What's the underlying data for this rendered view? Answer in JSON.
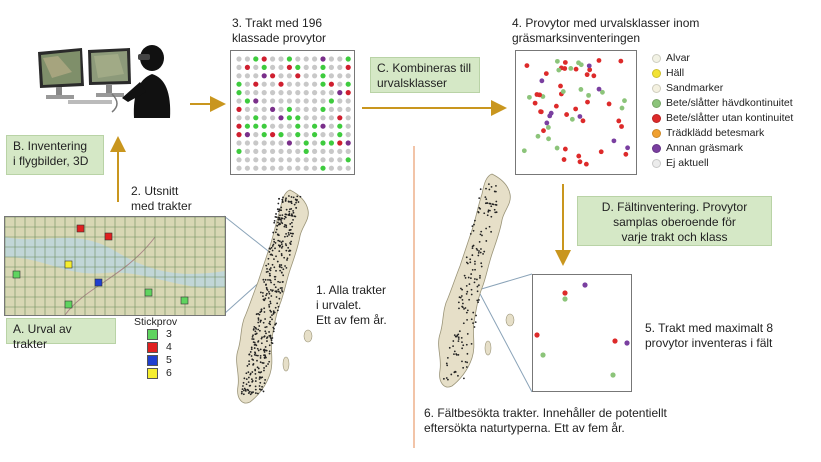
{
  "colors": {
    "alvar": "#f2f2e4",
    "hall": "#f2e234",
    "sandmarker": "#f4f1e0",
    "bete_hevd": "#8cc47a",
    "bete_utan": "#dd2a2a",
    "tradklatt": "#f0a030",
    "annan": "#7a3fa0",
    "ej_aktuell": "#ececec",
    "arrow": "#c9961e",
    "grid_gray": "#c8c8c8",
    "grid_green": "#3ecb3e",
    "grid_red": "#cf1f2f",
    "grid_purple": "#7a2f8a",
    "stick_3": "#5fd45f",
    "stick_4": "#e02020",
    "stick_5": "#1f3fcf",
    "stick_6": "#f6ee2e"
  },
  "steps": {
    "step3": [
      "3. Trakt med 196",
      "klassade provytor"
    ],
    "step4": [
      "4. Provytor med urvalsklasser inom",
      "gräsmarksinventeringen"
    ],
    "step2": [
      "2. Utsnitt",
      "med trakter"
    ],
    "step1": [
      "1. Alla trakter",
      "i urvalet.",
      "Ett av fem år."
    ],
    "step5": [
      "5. Trakt med maximalt 8",
      "provytor inventeras i fält"
    ],
    "step6": [
      "6. Fältbesökta trakter.  Innehåller de potentiellt",
      "eftersökta naturtyperna.  Ett av fem år."
    ]
  },
  "boxes": {
    "b": [
      "B. Inventering",
      "i flygbilder, 3D"
    ],
    "c": [
      "C. Kombineras till",
      "urvalsklasser"
    ],
    "d": [
      "D. Fältinventering. Provytor",
      "samplas oberoende för",
      "varje trakt och klass"
    ],
    "a": "A. Urval av trakter"
  },
  "legend": [
    {
      "label": "Alvar",
      "color_key": "alvar"
    },
    {
      "label": "Häll",
      "color_key": "hall"
    },
    {
      "label": "Sandmarker",
      "color_key": "sandmarker"
    },
    {
      "label": "Bete/slåtter hävdkontinuitet",
      "color_key": "bete_hevd"
    },
    {
      "label": "Bete/slåtter utan kontinuitet",
      "color_key": "bete_utan"
    },
    {
      "label": "Trädklädd betesmark",
      "color_key": "tradklatt"
    },
    {
      "label": "Annan gräsmark",
      "color_key": "annan"
    },
    {
      "label": "Ej aktuell",
      "color_key": "ej_aktuell"
    }
  ],
  "stickprov": {
    "title": "Stickprov",
    "items": [
      {
        "label": "3",
        "color_key": "stick_3"
      },
      {
        "label": "4",
        "color_key": "stick_4"
      },
      {
        "label": "5",
        "color_key": "stick_5"
      },
      {
        "label": "6",
        "color_key": "stick_6"
      }
    ]
  },
  "icons": {
    "operator": "person-at-stereo-workstation-icon",
    "map_full": "sweden-map-all-tracts-icon",
    "map_visited": "sweden-map-visited-tracts-icon",
    "map_cutout": "tract-grid-map-cutout-icon"
  }
}
